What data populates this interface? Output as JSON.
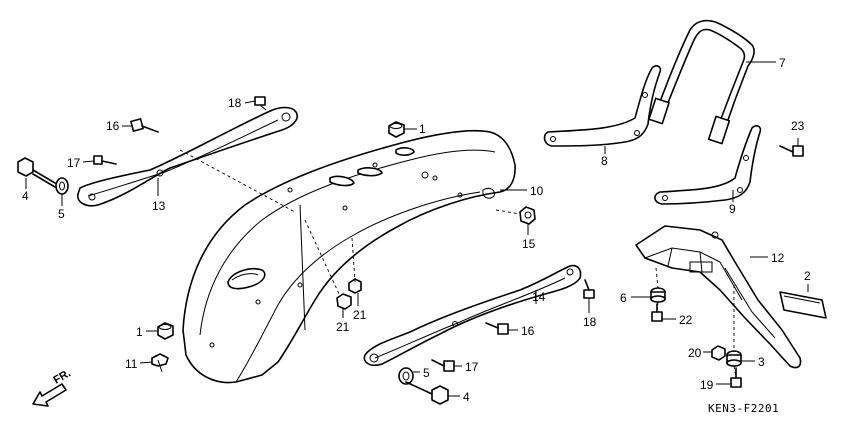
{
  "diagram": {
    "parts": [
      {
        "number": "1",
        "name": "nut"
      },
      {
        "number": "2",
        "name": "reflector"
      },
      {
        "number": "3",
        "name": "collar"
      },
      {
        "number": "4",
        "name": "bolt"
      },
      {
        "number": "5",
        "name": "collar"
      },
      {
        "number": "6",
        "name": "rubber"
      },
      {
        "number": "7",
        "name": "backrest"
      },
      {
        "number": "8",
        "name": "stay-left"
      },
      {
        "number": "9",
        "name": "stay-right"
      },
      {
        "number": "10",
        "name": "rear-fender"
      },
      {
        "number": "11",
        "name": "clip"
      },
      {
        "number": "12",
        "name": "license-bracket"
      },
      {
        "number": "13",
        "name": "rail-left"
      },
      {
        "number": "14",
        "name": "rail-right"
      },
      {
        "number": "15",
        "name": "nut"
      },
      {
        "number": "16",
        "name": "bolt"
      },
      {
        "number": "17",
        "name": "bolt"
      },
      {
        "number": "18",
        "name": "bolt"
      },
      {
        "number": "19",
        "name": "bolt"
      },
      {
        "number": "20",
        "name": "nut"
      },
      {
        "number": "21",
        "name": "nut"
      },
      {
        "number": "22",
        "name": "bolt"
      },
      {
        "number": "23",
        "name": "bolt"
      }
    ],
    "labels": {
      "l1a": "1",
      "l1b": "1",
      "l2": "2",
      "l3": "3",
      "l4a": "4",
      "l4b": "4",
      "l5a": "5",
      "l5b": "5",
      "l6": "6",
      "l7": "7",
      "l8": "8",
      "l9": "9",
      "l10": "10",
      "l11": "11",
      "l12": "12",
      "l13": "13",
      "l14": "14",
      "l15": "15",
      "l16a": "16",
      "l16b": "16",
      "l17a": "17",
      "l17b": "17",
      "l18a": "18",
      "l18b": "18",
      "l19": "19",
      "l20": "20",
      "l21a": "21",
      "l21b": "21",
      "l22": "22",
      "l23": "23"
    },
    "direction_label": "FR.",
    "diagram_code": "KEN3-F2201"
  }
}
